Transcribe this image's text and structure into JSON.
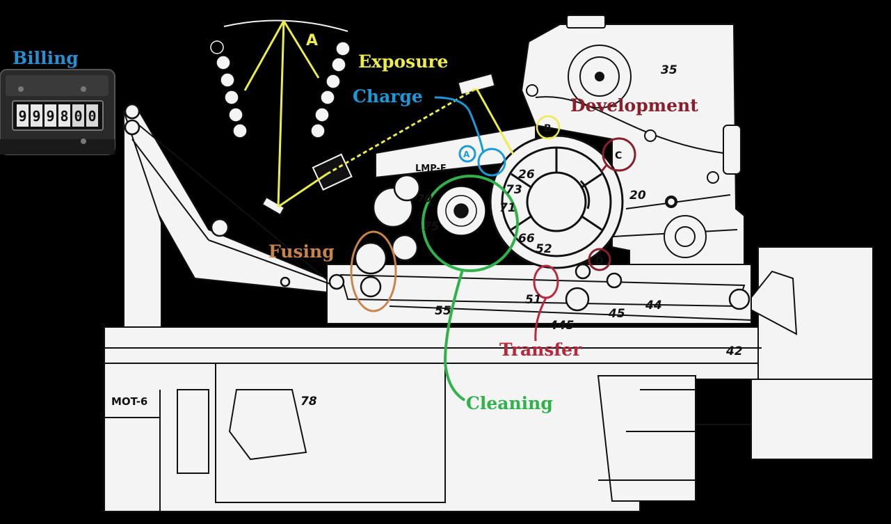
{
  "labels": {
    "billing": "Billing",
    "exposure": "Exposure",
    "charge": "Charge",
    "development": "Development",
    "fusing": "Fusing",
    "transfer": "Transfer",
    "cleaning": "Cleaning"
  },
  "points": {
    "a_top": "A",
    "a": "A",
    "b": "B",
    "c": "C",
    "d": "D"
  },
  "counter": {
    "digits": [
      "9",
      "9",
      "9",
      "8",
      "0",
      "0"
    ]
  },
  "ref_numbers": {
    "n35": "35",
    "n20": "20",
    "n26": "26",
    "n73": "73",
    "n71": "71",
    "n75": "75",
    "n66": "66",
    "n52": "52",
    "n55": "55",
    "n51": "51",
    "n445": "445",
    "n45": "45",
    "n44": "44",
    "n42": "42",
    "n78": "78",
    "n70": "70",
    "mot6": "MOT-6",
    "lmp": "LMP-F"
  },
  "colors": {
    "background": "#000000",
    "drawing": "#f4f4f4",
    "line": "#111111",
    "exposure": "#ecec4a",
    "charge": "#1a9ad9",
    "development": "#8a1f2b",
    "fusing": "#c8844a",
    "transfer": "#b8273a",
    "cleaning": "#30b24a",
    "billing": "#2a8fd0"
  }
}
